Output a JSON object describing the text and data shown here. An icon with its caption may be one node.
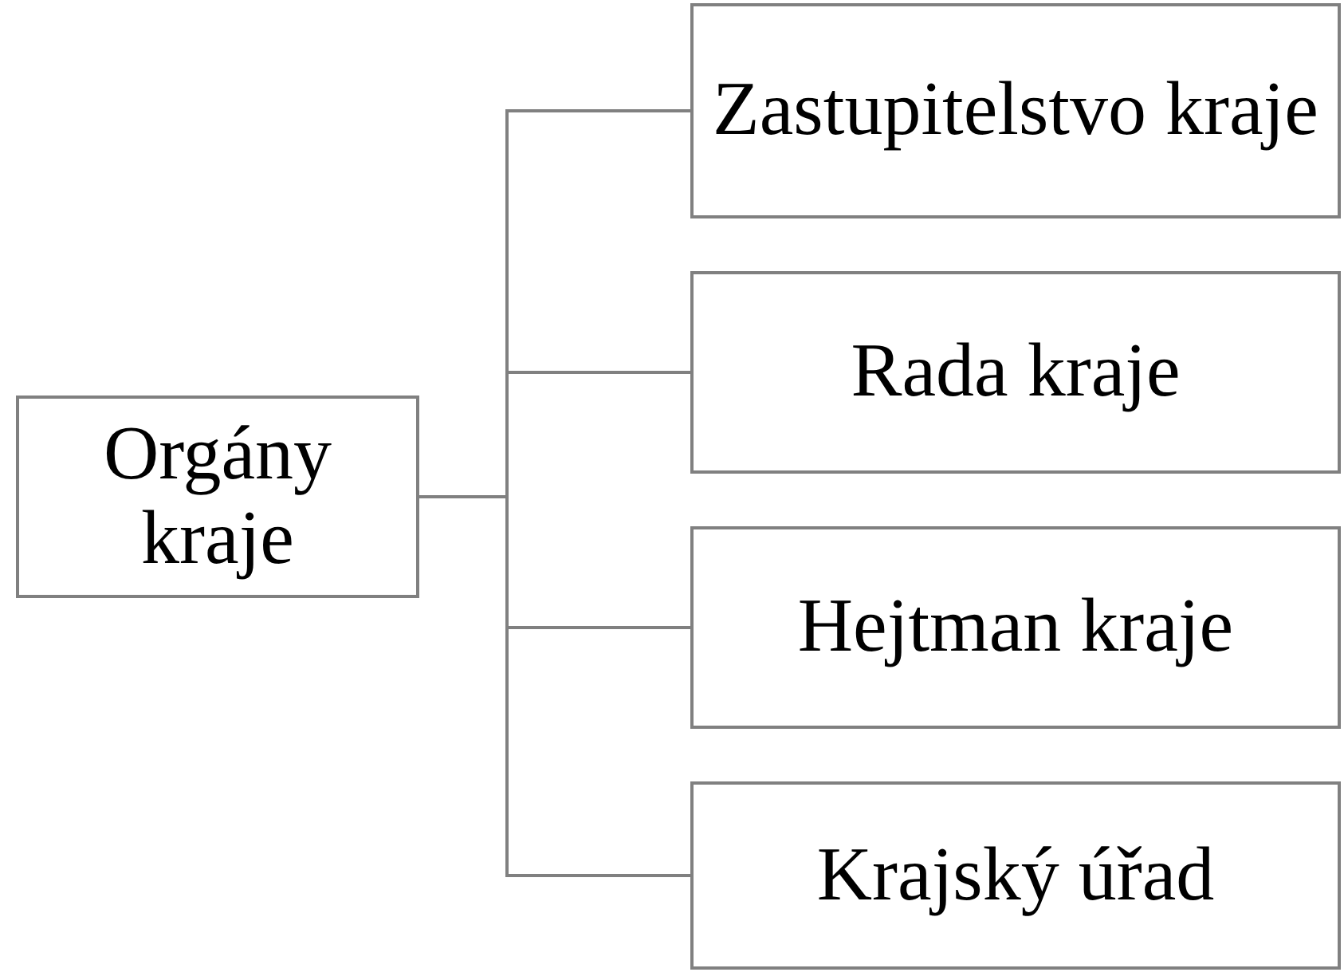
{
  "diagram": {
    "nodes": [
      {
        "text": [
          "Orgány kraje"
        ]
      },
      {
        "text": [
          "Zastupitelstvo kraje"
        ]
      },
      {
        "text": [
          "Rada kraje"
        ]
      },
      {
        "text": [
          "Hejtman kraje"
        ]
      },
      {
        "text": [
          "Krajský úřad"
        ]
      }
    ],
    "edges": [
      {
        "from": 0,
        "to": 1,
        "arrow": "none"
      },
      {
        "from": 0,
        "to": 2,
        "arrow": "none"
      },
      {
        "from": 0,
        "to": 3,
        "arrow": "none"
      },
      {
        "from": 0,
        "to": 4,
        "arrow": "none"
      }
    ]
  }
}
